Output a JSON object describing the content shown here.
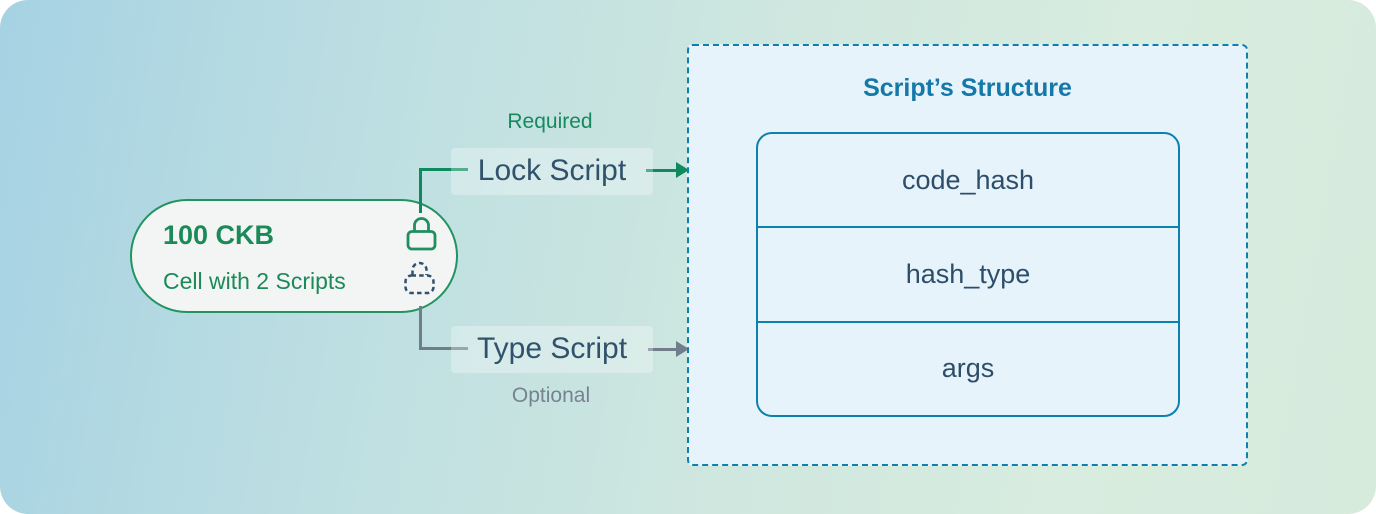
{
  "cell": {
    "amount": "100 CKB",
    "subtitle": "Cell with 2 Scripts"
  },
  "labels": {
    "lock_script": "Lock Script",
    "type_script": "Type Script"
  },
  "annotations": {
    "required": "Required",
    "optional": "Optional"
  },
  "panel": {
    "title": "Script’s Structure",
    "fields": [
      "code_hash",
      "hash_type",
      "args"
    ]
  },
  "icons": {
    "lock_solid": "lock-solid-icon",
    "lock_dashed": "lock-dashed-icon"
  },
  "colors": {
    "green_text": "#1b8a58",
    "green_line": "#0e8a5e",
    "capsule_border": "#239361",
    "capsule_bg": "#f3f5f4",
    "navy_text": "#31526d",
    "blue_border": "#0d80af",
    "title_blue": "#1478a8",
    "gray_text": "#76838f",
    "gray_line": "#6f7e8a",
    "panel_bg": "#e7f3fb",
    "bg_gradient_start": "#a6d2e3",
    "bg_gradient_end": "#d6ebdc"
  }
}
